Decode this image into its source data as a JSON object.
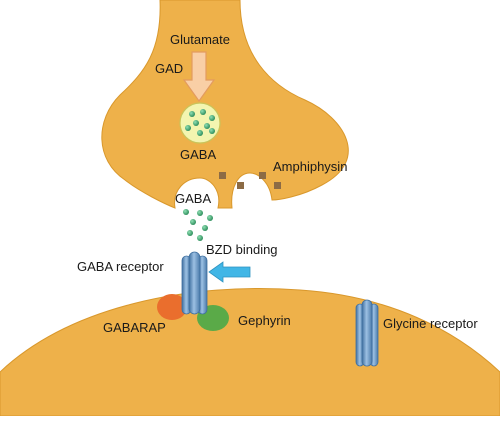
{
  "labels": {
    "glutamate": "Glutamate",
    "gad": "GAD",
    "gaba_vesicle": "GABA",
    "amphiphysin": "Amphiphysin",
    "gaba_release": "GABA",
    "bzd_binding": "BZD binding",
    "gaba_receptor": "GABA receptor",
    "gephyrin": "Gephyrin",
    "gabarap": "GABARAP",
    "glycine_receptor": "Glycine receptor"
  },
  "colors": {
    "cell_body": "#eeb14a",
    "cell_edge": "#d9982c",
    "gaba_dot": "#3aa36e",
    "vesicle_fill": "#f3f5b0",
    "gad_arrow": "#f9cfa6",
    "gad_arrow_edge": "#e39b5f",
    "bzd_arrow": "#41b6e6",
    "receptor": "#6c99c9",
    "receptor_dark": "#3f6f9f",
    "gephyrin": "#5aaa48",
    "gabarap": "#ea6e2d",
    "amphiphysin": "#8c6b45"
  }
}
